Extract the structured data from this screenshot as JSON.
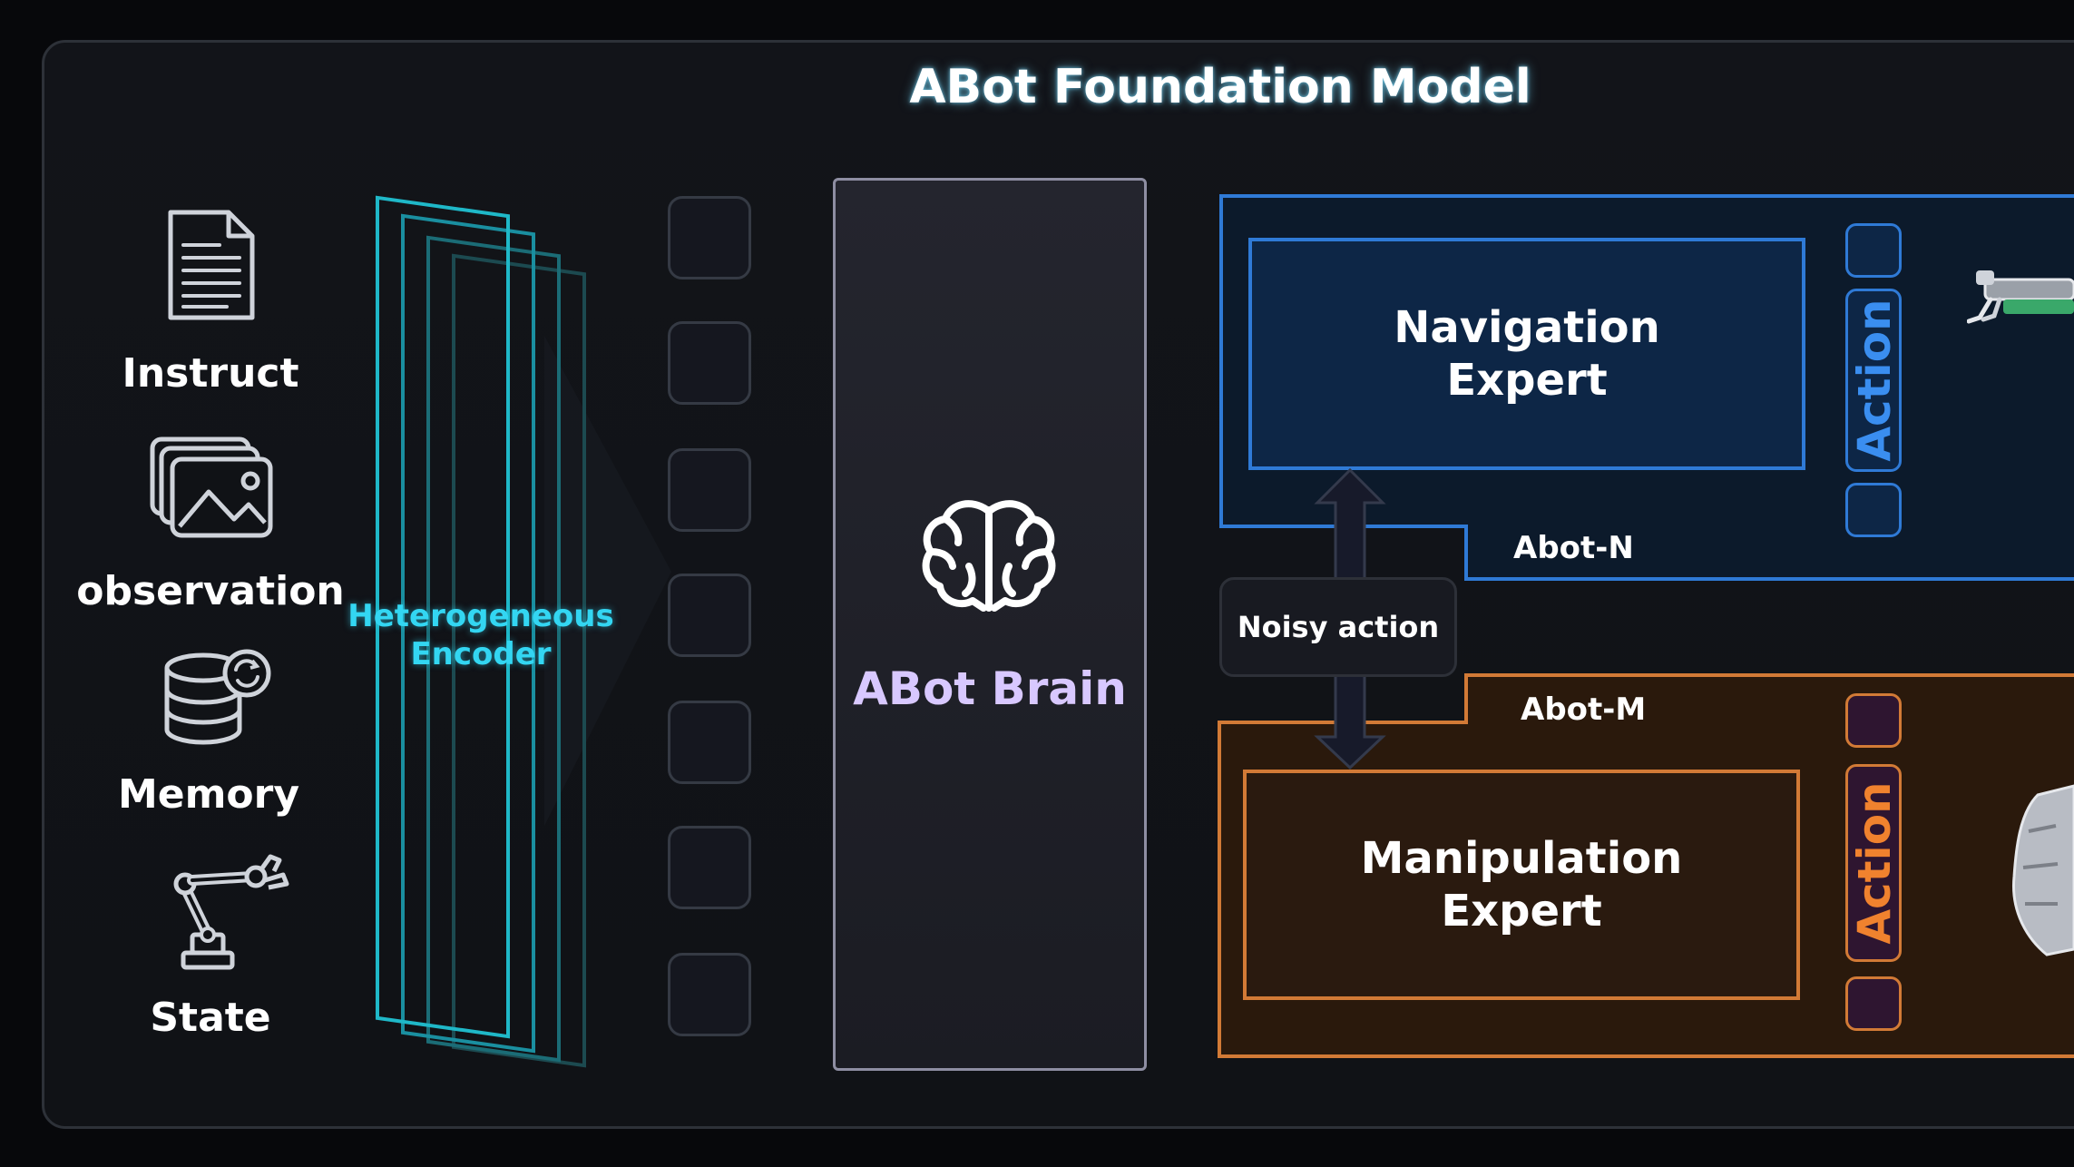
{
  "title": "ABot Foundation Model",
  "inputs": [
    {
      "label": "Instruct",
      "icon": "document-icon"
    },
    {
      "label": "observation",
      "icon": "images-icon"
    },
    {
      "label": "Memory",
      "icon": "database-icon"
    },
    {
      "label": "State",
      "icon": "robot-arm-icon"
    }
  ],
  "encoder": {
    "line1": "Heterogeneous",
    "line2": "Encoder"
  },
  "brain": {
    "label": "ABot Brain",
    "icon": "brain-icon"
  },
  "navigation": {
    "expert_line1": "Navigation",
    "expert_line2": "Expert",
    "tag": "Abot-N",
    "action": "Action"
  },
  "manipulation": {
    "expert_line1": "Manipulation",
    "expert_line2": "Expert",
    "tag": "Abot-M",
    "action": "Action"
  },
  "noisy_action": "Noisy action",
  "colors": {
    "encoder": "#1fb8c8",
    "navigation": "#2f7ad6",
    "manipulation": "#d27a36",
    "brain_text": "#d8c8ff"
  }
}
